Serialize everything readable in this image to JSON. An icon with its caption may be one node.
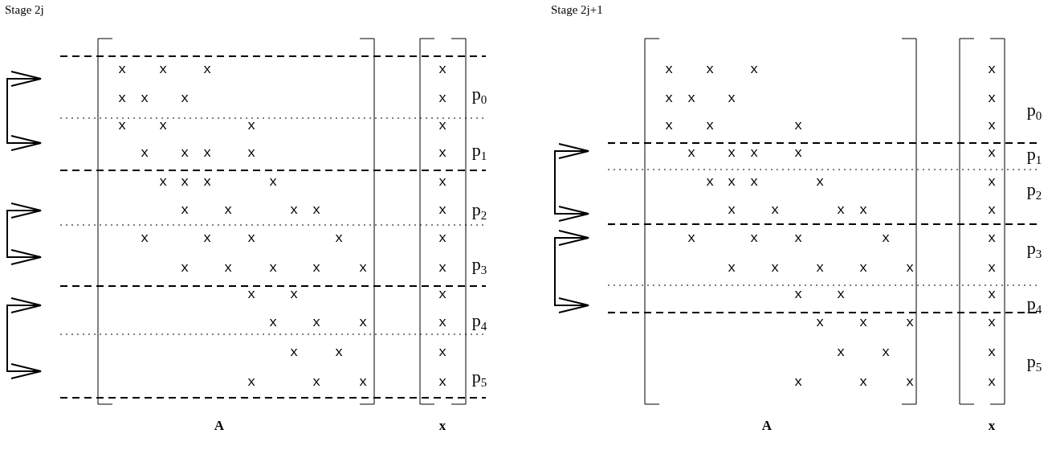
{
  "diagram": {
    "labels": [
      "Stage 2j",
      "x",
      "x",
      "x",
      "x",
      "x",
      "x",
      "x",
      "x",
      "x",
      "x",
      "x",
      "x",
      "x",
      "x",
      "x",
      "x",
      "x",
      "x",
      "x",
      "x",
      "x",
      "x",
      "x",
      "x",
      "x",
      "x",
      "x",
      "x",
      "x",
      "x",
      "x",
      "x",
      "x",
      "x",
      "x",
      "x",
      "x",
      "x",
      "x",
      "x",
      "x",
      "x",
      "x",
      "x",
      "x",
      "x",
      "x",
      "x",
      "x",
      "x",
      "x",
      "x",
      "p$_{0}$",
      "p$_{1}$",
      "p$_{2}$",
      "p$_{3}$",
      "p$_{4}$",
      "p$_{5}$",
      "A",
      "x",
      "Stage 2j+1",
      "x",
      "x",
      "x",
      "x",
      "x",
      "x",
      "x",
      "x",
      "x",
      "x",
      "x",
      "x",
      "x",
      "x",
      "x",
      "x",
      "x",
      "x",
      "x",
      "x",
      "x",
      "x",
      "x",
      "x",
      "x",
      "x",
      "x",
      "x",
      "x",
      "x",
      "x",
      "x",
      "x",
      "x",
      "x",
      "x",
      "x",
      "x",
      "x",
      "x",
      "x",
      "x",
      "x",
      "x",
      "x",
      "x",
      "x",
      "x",
      "x",
      "x",
      "x",
      "x",
      "p$_{0}$",
      "p$_{1}$",
      "p$_{2}$",
      "p$_{3}$",
      "p$_{4}$",
      "p$_{5}$",
      "A",
      "x"
    ]
  }
}
